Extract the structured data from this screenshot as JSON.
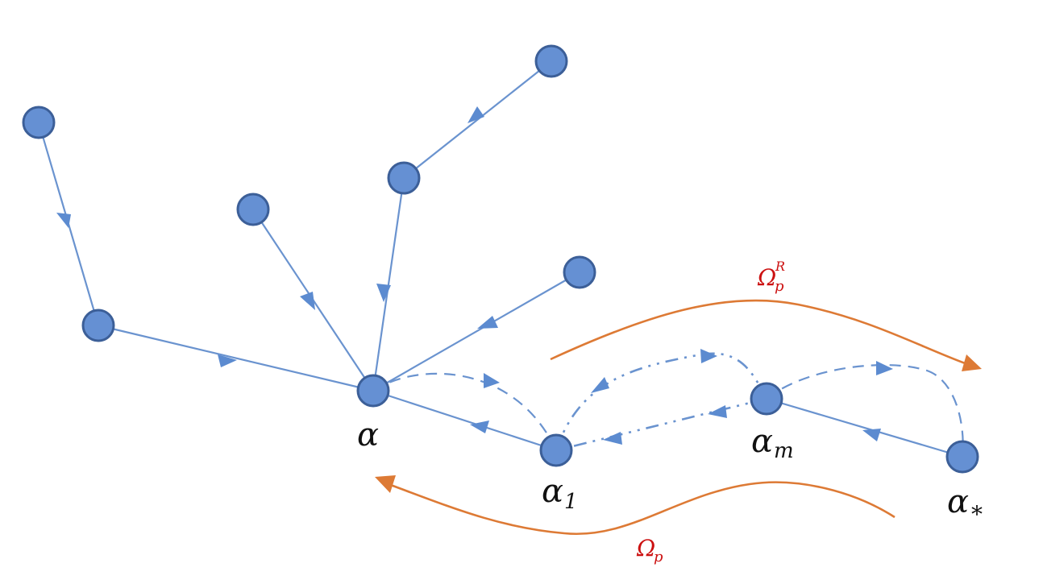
{
  "labels": {
    "alpha": {
      "base": "α",
      "sub": ""
    },
    "alpha1": {
      "base": "α",
      "sub": "1"
    },
    "alpham": {
      "base": "α",
      "sub": "m"
    },
    "alphastar": {
      "base": "α",
      "sub": "*"
    }
  },
  "annotations": {
    "omega_p_r": {
      "base": "Ω",
      "sub": "p",
      "sup": "R"
    },
    "omega_p": {
      "base": "Ω",
      "sub": "p"
    }
  },
  "colors": {
    "node_fill": "#6590d3",
    "node_stroke": "#3c5f98",
    "edge": "#6a93cf",
    "orange_arrow": "#dd7a35",
    "annotation_text": "#cc1111"
  }
}
